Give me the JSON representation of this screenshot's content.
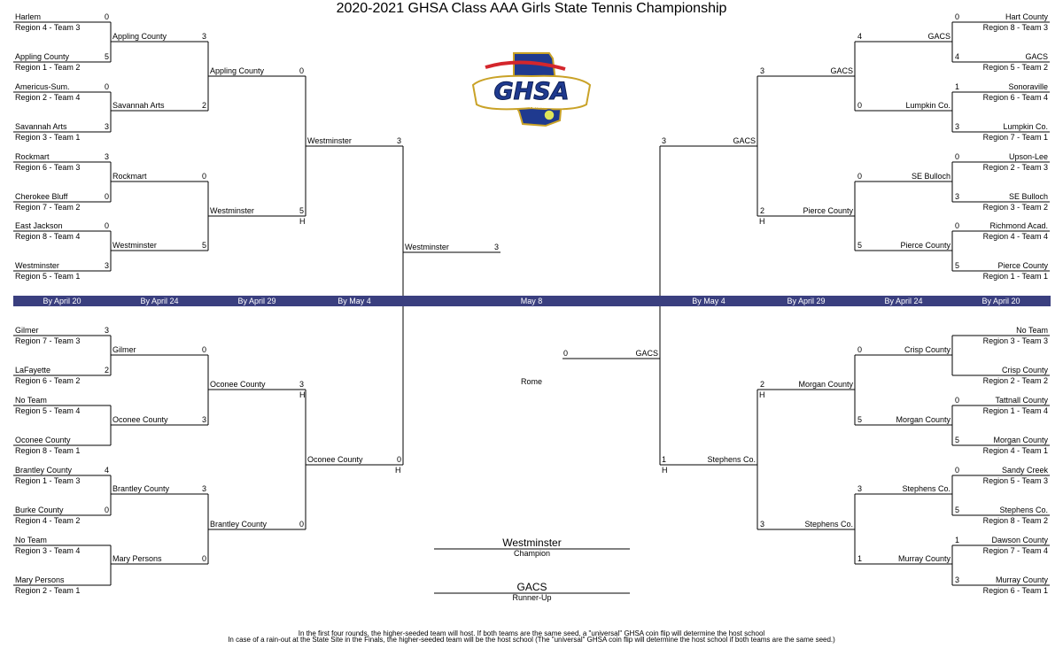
{
  "title": "2020-2021 GHSA Class AAA Girls State Tennis Championship",
  "logo": {
    "letters": "GHSA",
    "sub": "TENNIS"
  },
  "rounds": [
    "By April 20",
    "By April 24",
    "By April 29",
    "By May 4",
    "May 8",
    "By May 4",
    "By April 29",
    "By April 24",
    "By April 20"
  ],
  "site": "Rome",
  "champion": {
    "name": "Westminster",
    "label": "Champion"
  },
  "runner_up": {
    "name": "GACS",
    "label": "Runner-Up"
  },
  "notes": [
    "In the first four rounds, the higher-seeded team will host.  If both teams are the same seed, a \"universal\" GHSA coin flip will determine the host school",
    "In case of a rain-out at the State Site in the Finals, the higher-seeded team will be the host school (The \"universal\" GHSA coin flip will determine the host school if both teams are the same seed.)"
  ],
  "left": {
    "r1": [
      {
        "team": "Harlem",
        "seed": "Region 4 - Team 3",
        "score": "0"
      },
      {
        "team": "Appling County",
        "seed": "Region 1 - Team 2",
        "score": "5"
      },
      {
        "team": "Americus-Sum.",
        "seed": "Region 2 - Team 4",
        "score": "0"
      },
      {
        "team": "Savannah Arts",
        "seed": "Region 3 - Team 1",
        "score": "3"
      },
      {
        "team": "Rockmart",
        "seed": "Region 6 - Team 3",
        "score": "3"
      },
      {
        "team": "Cherokee Bluff",
        "seed": "Region 7 - Team 2",
        "score": "0"
      },
      {
        "team": "East Jackson",
        "seed": "Region 8 - Team 4",
        "score": "0"
      },
      {
        "team": "Westminster",
        "seed": "Region 5 - Team 1",
        "score": "3"
      },
      {
        "team": "Gilmer",
        "seed": "Region 7 - Team 3",
        "score": "3"
      },
      {
        "team": "LaFayette",
        "seed": "Region 6 - Team 2",
        "score": "2"
      },
      {
        "team": "No Team",
        "seed": "Region 5 - Team 4",
        "score": ""
      },
      {
        "team": "Oconee County",
        "seed": "Region 8 - Team 1",
        "score": ""
      },
      {
        "team": "Brantley County",
        "seed": "Region 1 - Team 3",
        "score": "4"
      },
      {
        "team": "Burke County",
        "seed": "Region 4 - Team 2",
        "score": "0"
      },
      {
        "team": "No Team",
        "seed": "Region 3 - Team 4",
        "score": ""
      },
      {
        "team": "Mary Persons",
        "seed": "Region 2 - Team 1",
        "score": ""
      }
    ],
    "r2": [
      {
        "team": "Appling County",
        "score": "3",
        "host": ""
      },
      {
        "team": "Savannah Arts",
        "score": "2",
        "host": ""
      },
      {
        "team": "Rockmart",
        "score": "0",
        "host": ""
      },
      {
        "team": "Westminster",
        "score": "5",
        "host": ""
      },
      {
        "team": "Gilmer",
        "score": "0",
        "host": ""
      },
      {
        "team": "Oconee County",
        "score": "3",
        "host": ""
      },
      {
        "team": "Brantley County",
        "score": "3",
        "host": ""
      },
      {
        "team": "Mary Persons",
        "score": "0",
        "host": ""
      }
    ],
    "r3": [
      {
        "team": "Appling County",
        "score": "0",
        "host": ""
      },
      {
        "team": "Westminster",
        "score": "5",
        "host": "H"
      },
      {
        "team": "Oconee County",
        "score": "3",
        "host": "H"
      },
      {
        "team": "Brantley County",
        "score": "0",
        "host": ""
      }
    ],
    "r4": [
      {
        "team": "Westminster",
        "score": "3",
        "host": ""
      },
      {
        "team": "Oconee County",
        "score": "0",
        "host": "H"
      }
    ],
    "final": {
      "team": "Westminster",
      "score": "3"
    }
  },
  "right": {
    "r1": [
      {
        "team": "Hart County",
        "seed": "Region 8 - Team 3",
        "score": "0"
      },
      {
        "team": "GACS",
        "seed": "Region 5 - Team 2",
        "score": "4"
      },
      {
        "team": "Sonoraville",
        "seed": "Region  6 - Team 4",
        "score": "1"
      },
      {
        "team": "Lumpkin Co.",
        "seed": "Region 7 - Team 1",
        "score": "3"
      },
      {
        "team": "Upson-Lee",
        "seed": "Region 2 - Team 3",
        "score": "0"
      },
      {
        "team": "SE Bulloch",
        "seed": "Region 3 - Team 2",
        "score": "3"
      },
      {
        "team": "Richmond Acad.",
        "seed": "Region 4 - Team 4",
        "score": "0"
      },
      {
        "team": "Pierce County",
        "seed": "Region 1 - Team 1",
        "score": "5"
      },
      {
        "team": "No Team",
        "seed": "Region 3 - Team 3",
        "score": ""
      },
      {
        "team": "Crisp County",
        "seed": "Region 2 - Team 2",
        "score": ""
      },
      {
        "team": "Tattnall County",
        "seed": "Region 1 - Team 4",
        "score": "0"
      },
      {
        "team": "Morgan County",
        "seed": "Region 4 - Team 1",
        "score": "5"
      },
      {
        "team": "Sandy Creek",
        "seed": "Region 5 - Team 3",
        "score": "0"
      },
      {
        "team": "Stephens Co.",
        "seed": "Region 8 - Team 2",
        "score": "5"
      },
      {
        "team": "Dawson County",
        "seed": "Region 7 - Team 4",
        "score": "1"
      },
      {
        "team": "Murray County",
        "seed": "Region 6 - Team 1",
        "score": "3"
      }
    ],
    "r2": [
      {
        "team": "GACS",
        "score": "4",
        "host": ""
      },
      {
        "team": "Lumpkin Co.",
        "score": "0",
        "host": ""
      },
      {
        "team": "SE Bulloch",
        "score": "0",
        "host": ""
      },
      {
        "team": "Pierce County",
        "score": "5",
        "host": ""
      },
      {
        "team": "Crisp County",
        "score": "0",
        "host": ""
      },
      {
        "team": "Morgan County",
        "score": "5",
        "host": ""
      },
      {
        "team": "Stephens Co.",
        "score": "3",
        "host": ""
      },
      {
        "team": "Murray County",
        "score": "1",
        "host": ""
      }
    ],
    "r3": [
      {
        "team": "GACS",
        "score": "3",
        "host": ""
      },
      {
        "team": "Pierce County",
        "score": "2",
        "host": "H"
      },
      {
        "team": "Morgan County",
        "score": "2",
        "host": "H"
      },
      {
        "team": "Stephens Co.",
        "score": "3",
        "host": ""
      }
    ],
    "r4": [
      {
        "team": "GACS",
        "score": "3",
        "host": ""
      },
      {
        "team": "Stephens Co.",
        "score": "1",
        "host": "H"
      }
    ],
    "final": {
      "team": "GACS",
      "score": "0"
    }
  }
}
